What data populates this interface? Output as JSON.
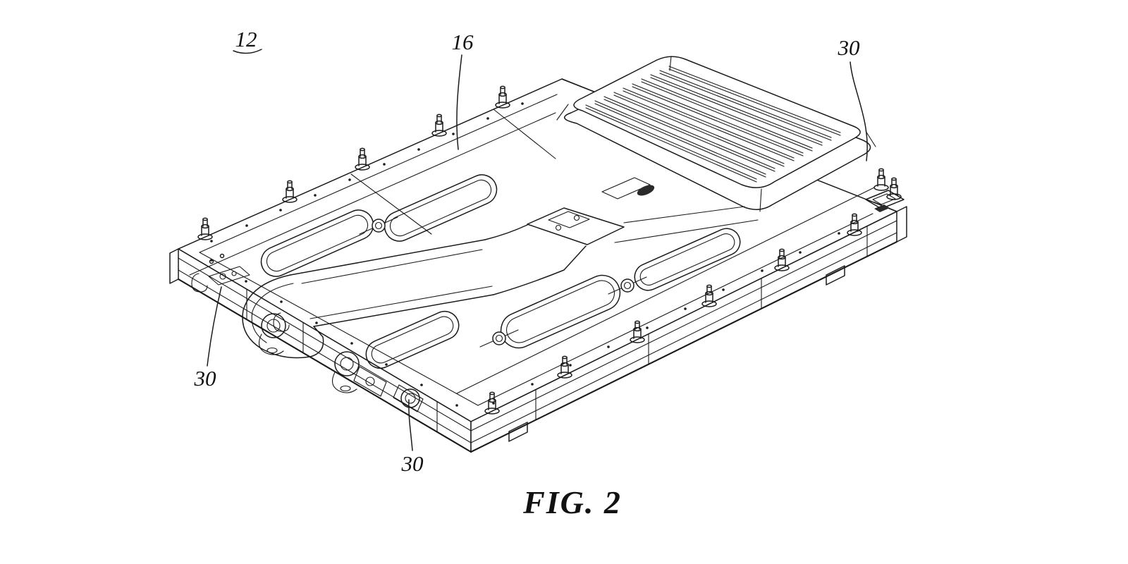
{
  "figure": {
    "caption": "FIG. 2",
    "labels": {
      "ref_12": "12",
      "ref_16": "16",
      "ref_30_top_right": "30",
      "ref_30_left": "30",
      "ref_30_bottom": "30"
    },
    "colors": {
      "line": "#1b1b1b",
      "background": "#ffffff"
    }
  }
}
